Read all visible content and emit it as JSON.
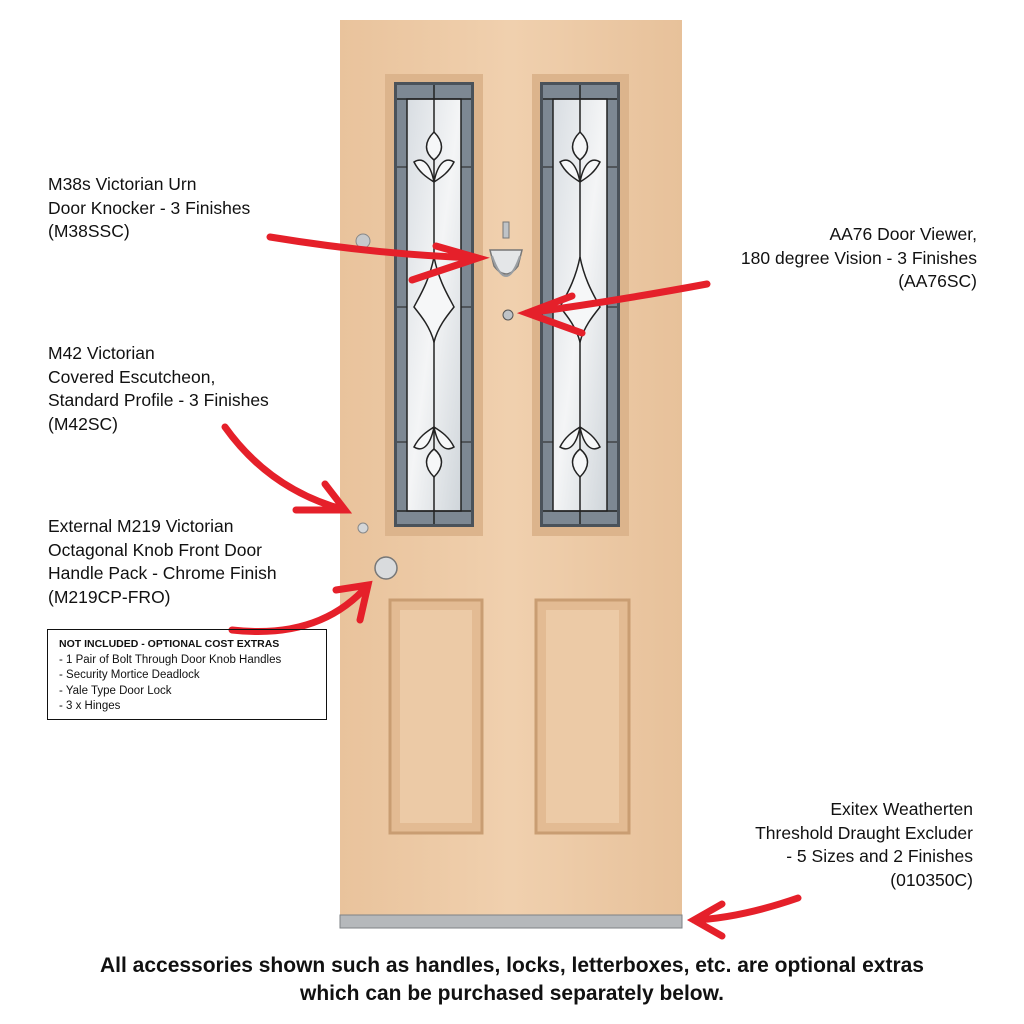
{
  "callouts": {
    "knocker": [
      "M38s Victorian Urn",
      "Door Knocker - 3 Finishes",
      "(M38SSC)"
    ],
    "viewer": [
      "AA76 Door Viewer,",
      "180 degree Vision - 3 Finishes",
      "(AA76SC)"
    ],
    "escutcheon": [
      "M42 Victorian",
      "Covered Escutcheon,",
      "Standard Profile - 3 Finishes",
      "(M42SC)"
    ],
    "handle": [
      "External M219 Victorian",
      "Octagonal Knob Front Door",
      "Handle Pack - Chrome Finish",
      "(M219CP-FRO)"
    ],
    "threshold": [
      "Exitex Weatherten",
      "Threshold Draught Excluder",
      "- 5 Sizes and 2 Finishes",
      "(010350C)"
    ]
  },
  "not_included": {
    "title": "NOT INCLUDED - OPTIONAL COST EXTRAS",
    "items": [
      "- 1 Pair of Bolt Through Door Knob Handles",
      "- Security Mortice Deadlock",
      "- Yale Type Door Lock",
      "- 3 x Hinges"
    ]
  },
  "footer": [
    "All accessories shown such as handles, locks, letterboxes, etc. are optional extras",
    "which can be purchased separately below."
  ],
  "colors": {
    "arrow": "#e5202a",
    "wood": "#ecc9a4",
    "glass_dark": "#6f7a85",
    "glass_light": "#e6e9ec"
  }
}
